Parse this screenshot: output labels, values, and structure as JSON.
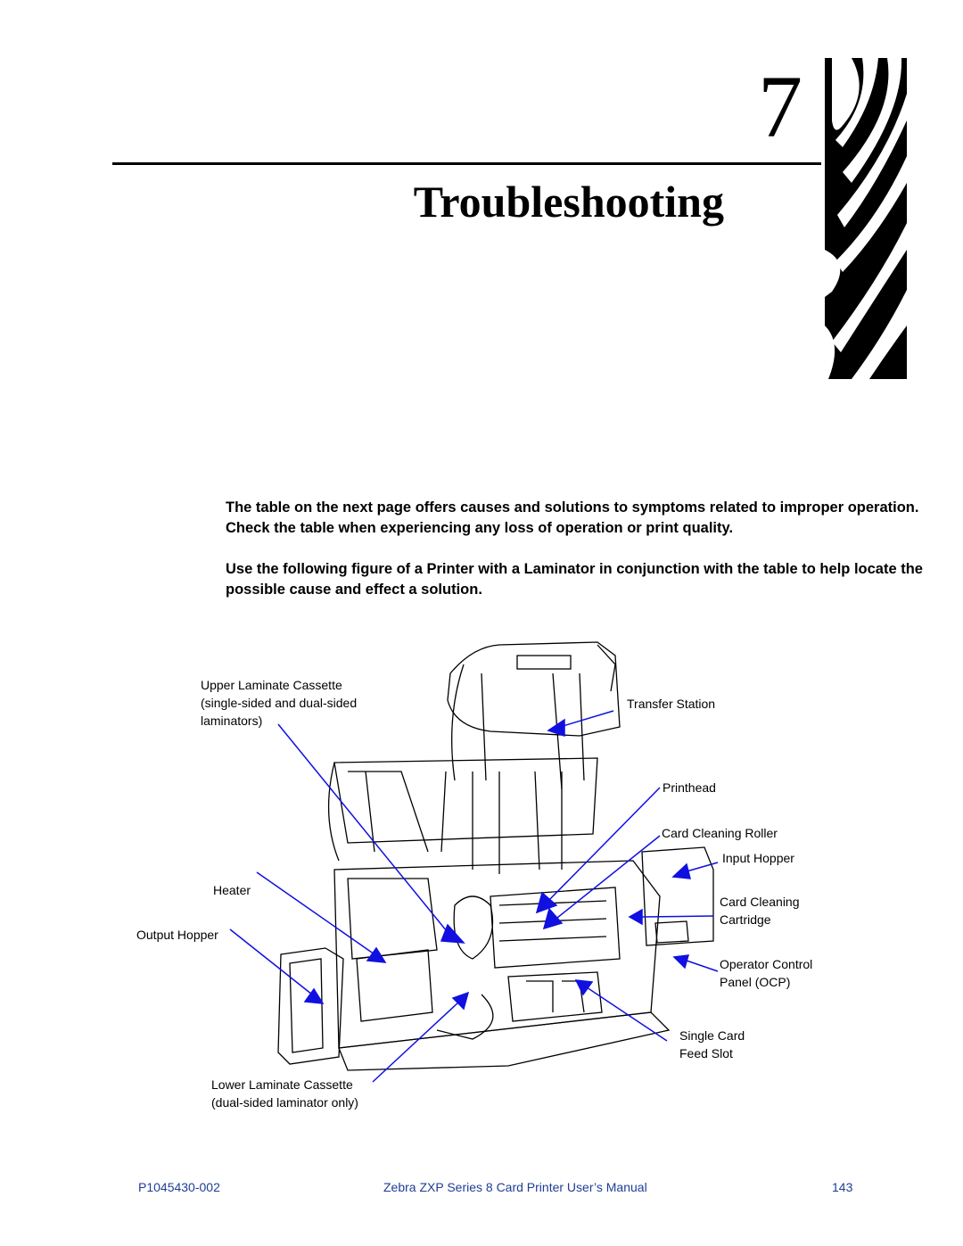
{
  "chapter": {
    "number": "7",
    "title": "Troubleshooting"
  },
  "intro": {
    "paragraph1": "The table on the next page offers causes and solutions to symptoms related to improper operation. Check the table when experiencing any loss of operation or print quality.",
    "paragraph2": "Use the following figure of a Printer with a Laminator in conjunction with the table to help locate the possible cause and effect a solution."
  },
  "figure": {
    "callouts": {
      "upper_laminate": "Upper Laminate Cassette\n(single-sided and dual-sided\nlaminators)",
      "transfer_station": "Transfer Station",
      "printhead": "Printhead",
      "card_cleaning_roller": "Card Cleaning Roller",
      "input_hopper": "Input Hopper",
      "heater": "Heater",
      "card_cleaning_cartridge": "Card Cleaning\nCartridge",
      "output_hopper": "Output Hopper",
      "operator_control_panel": "Operator Control\nPanel (OCP)",
      "single_card_feed_slot": "Single Card\nFeed Slot",
      "lower_laminate": "Lower Laminate Cassette\n(dual-sided laminator only)"
    },
    "arrow_color": "#1010e0"
  },
  "footer": {
    "doc_number": "P1045430-002",
    "manual_title": "Zebra ZXP Series 8 Card Printer User’s Manual",
    "page_number": "143",
    "color": "#1e3e96"
  }
}
